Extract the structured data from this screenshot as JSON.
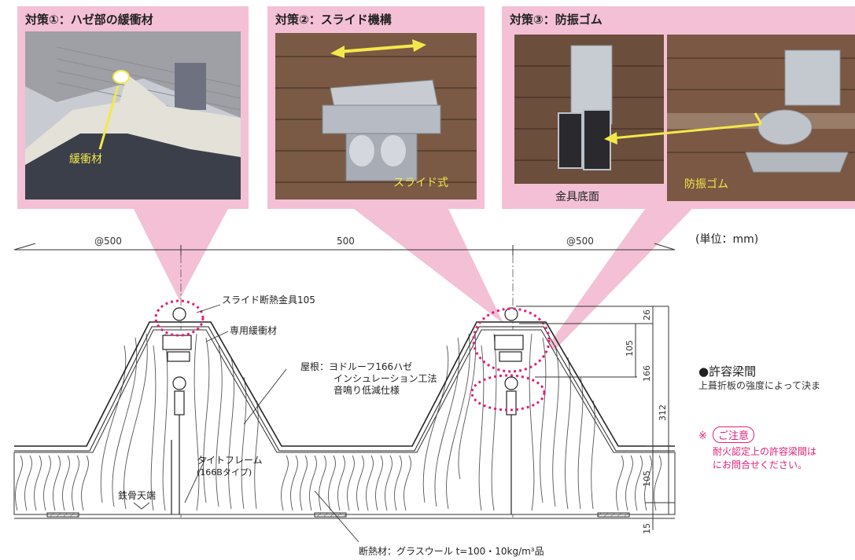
{
  "panels": [
    {
      "title": "対策①：ハゼ部の緩衝材",
      "photo_label": "緩衝材"
    },
    {
      "title": "対策②：スライド機構",
      "photo_label": "スライド式"
    },
    {
      "title": "対策③：防振ゴム",
      "photo_label": "防振ゴム",
      "sub_label": "金具底面"
    }
  ],
  "unit_label": "(単位：mm)",
  "dims": {
    "spacing_left": "@500",
    "spacing_mid": "500",
    "spacing_right": "@500",
    "v26": "26",
    "v105a": "105",
    "v166": "166",
    "v312": "312",
    "v105b": "105",
    "v15": "15"
  },
  "callouts": {
    "slide_fitting": "スライド断熱金具105",
    "cushion": "専用緩衝材",
    "roof_line1": "屋根：ヨドルーフ166ハゼ",
    "roof_line2": "インシュレーション工法",
    "roof_line3": "音鳴り低減仕様",
    "frame_line1": "タイトフレーム",
    "frame_line2": "(166Bタイプ)",
    "steel_top": "鉄骨天端",
    "insulation": "断熱材：グラスウール t=100・10kg/m³品"
  },
  "notes": {
    "span_heading": "●許容梁間",
    "span_text": "上葺折板の強度によって決ま",
    "caution_mark": "※",
    "caution_label": "ご注意",
    "caution_line1": "耐火認定上の許容梁間は",
    "caution_line2": "にお問合せください。"
  },
  "colors": {
    "panel_pink": "#f4c0d6",
    "highlight_magenta": "#e0207a",
    "label_yellow": "#f3e84a",
    "caution_pink": "#e0207a"
  }
}
